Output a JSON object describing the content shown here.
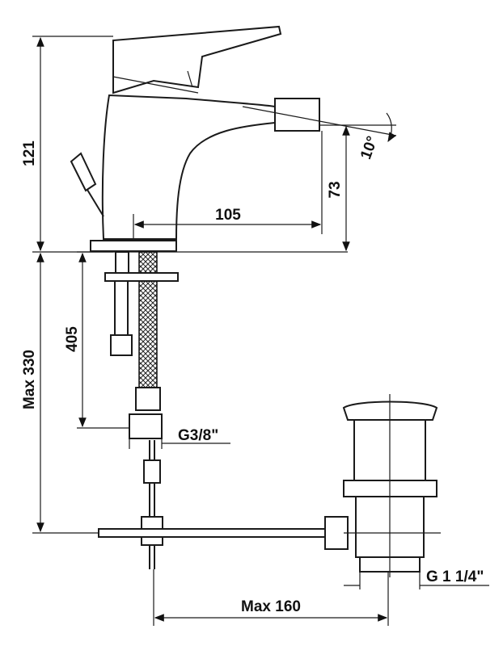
{
  "dimensions": {
    "height_total": "121",
    "spout_reach": "105",
    "spout_height": "73",
    "spout_angle": "10°",
    "hose_length": "405",
    "max_rod_depth": "Max 330",
    "hose_thread": "G3/8\"",
    "drain_thread": "G 1 1/4\"",
    "max_rod_length": "Max 160"
  }
}
